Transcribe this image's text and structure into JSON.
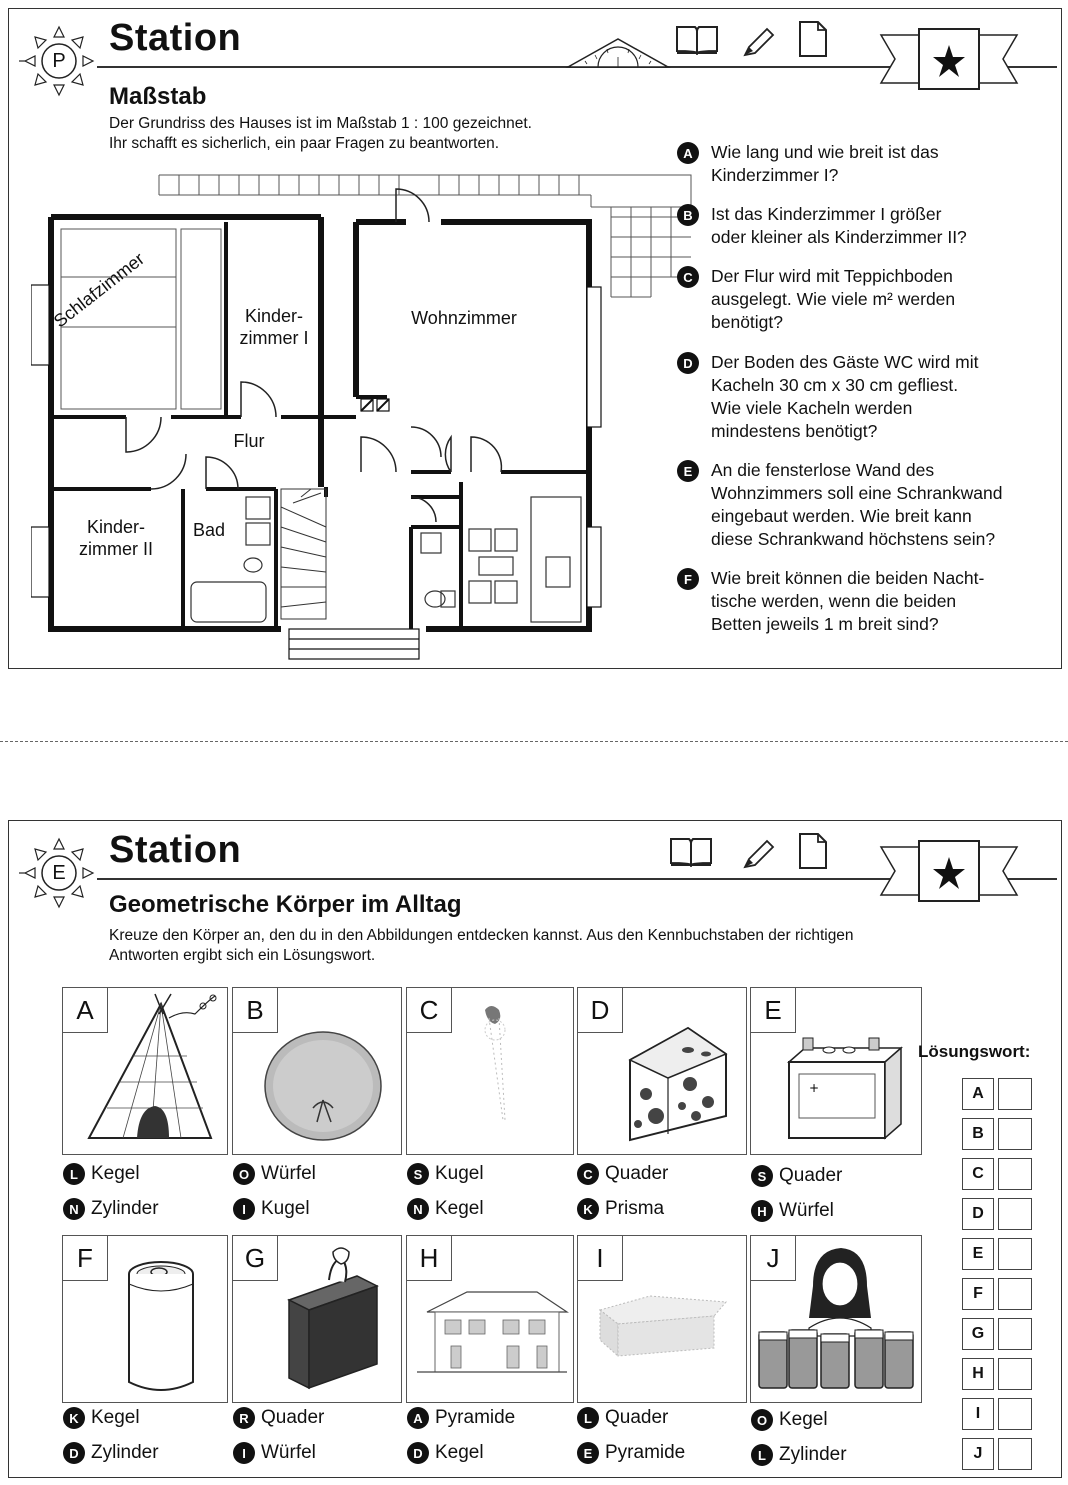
{
  "station1": {
    "title": "Station",
    "sun_letter": "P",
    "subtitle": "Maßstab",
    "intro_line1": "Der Grundriss des Hauses ist im Maßstab 1 : 100 gezeichnet.",
    "intro_line2": "Ihr schafft es sicherlich, ein paar Fragen zu beantworten.",
    "rooms": {
      "schlafzimmer": "Schlafzimmer",
      "kinderzimmer1_a": "Kinder-",
      "kinderzimmer1_b": "zimmer I",
      "wohnzimmer": "Wohnzimmer",
      "flur": "Flur",
      "kinderzimmer2_a": "Kinder-",
      "kinderzimmer2_b": "zimmer II",
      "bad": "Bad"
    },
    "questions": [
      {
        "letter": "A",
        "lines": [
          "Wie lang und wie breit ist das",
          "Kinderzimmer I?"
        ]
      },
      {
        "letter": "B",
        "lines": [
          "Ist das Kinderzimmer I größer",
          "oder kleiner als Kinderzimmer II?"
        ]
      },
      {
        "letter": "C",
        "lines": [
          "Der Flur wird mit Teppichboden",
          "ausgelegt. Wie viele m² werden",
          "benötigt?"
        ]
      },
      {
        "letter": "D",
        "lines": [
          "Der Boden des Gäste WC wird mit",
          "Kacheln 30 cm x 30 cm gefliest.",
          "Wie viele Kacheln werden",
          "mindestens benötigt?"
        ]
      },
      {
        "letter": "E",
        "lines": [
          "An die fensterlose Wand des",
          "Wohnzimmers soll eine Schrankwand",
          "eingebaut werden. Wie breit kann",
          "diese Schrankwand höchstens sein?"
        ]
      },
      {
        "letter": "F",
        "lines": [
          "Wie breit können die beiden Nacht-",
          "tische werden, wenn die beiden",
          "Betten jeweils 1 m breit sind?"
        ]
      }
    ]
  },
  "station2": {
    "title": "Station",
    "sun_letter": "E",
    "subtitle": "Geometrische Körper im Alltag",
    "intro_line1": "Kreuze den Körper an, den du in den Abbildungen entdecken kannst. Aus den Kennbuchstaben der richtigen",
    "intro_line2": "Antworten ergibt sich ein Lösungswort.",
    "pictures": [
      {
        "label": "A",
        "opt1_letter": "L",
        "opt1": "Kegel",
        "opt2_letter": "N",
        "opt2": "Zylinder"
      },
      {
        "label": "B",
        "opt1_letter": "O",
        "opt1": "Würfel",
        "opt2_letter": "I",
        "opt2": "Kugel"
      },
      {
        "label": "C",
        "opt1_letter": "S",
        "opt1": "Kugel",
        "opt2_letter": "N",
        "opt2": "Kegel"
      },
      {
        "label": "D",
        "opt1_letter": "C",
        "opt1": "Quader",
        "opt2_letter": "K",
        "opt2": "Prisma"
      },
      {
        "label": "E",
        "opt1_letter": "S",
        "opt1": "Quader",
        "opt2_letter": "H",
        "opt2": "Würfel"
      },
      {
        "label": "F",
        "opt1_letter": "K",
        "opt1": "Kegel",
        "opt2_letter": "D",
        "opt2": "Zylinder"
      },
      {
        "label": "G",
        "opt1_letter": "R",
        "opt1": "Quader",
        "opt2_letter": "I",
        "opt2": "Würfel"
      },
      {
        "label": "H",
        "opt1_letter": "A",
        "opt1": "Pyramide",
        "opt2_letter": "D",
        "opt2": "Kegel"
      },
      {
        "label": "I",
        "opt1_letter": "L",
        "opt1": "Quader",
        "opt2_letter": "E",
        "opt2": "Pyramide"
      },
      {
        "label": "J",
        "opt1_letter": "O",
        "opt1": "Kegel",
        "opt2_letter": "L",
        "opt2": "Zylinder"
      }
    ],
    "solution_title": "Lösungswort:",
    "solution_letters": [
      "A",
      "B",
      "C",
      "D",
      "E",
      "F",
      "G",
      "H",
      "I",
      "J"
    ]
  },
  "icons": [
    "set-square-icon",
    "book-icon",
    "pencil-icon",
    "document-icon",
    "star-banner-icon",
    "sun-icon"
  ]
}
